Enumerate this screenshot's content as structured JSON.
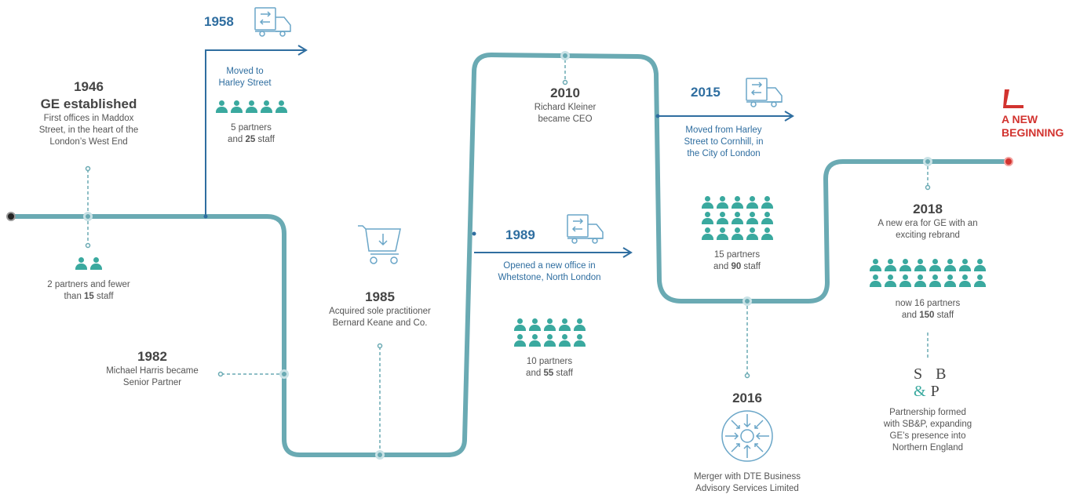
{
  "e1946": {
    "year": "1946",
    "title": "GE established",
    "l1": "First offices in Maddox",
    "l2": "Street, in the heart of the",
    "l3": "London’s West End"
  },
  "e1946b": {
    "l1": "2 partners and fewer",
    "l2pre": "than ",
    "num": "15",
    "l2post": " staff"
  },
  "e1958": {
    "year": "1958",
    "l1": "Moved to",
    "l2": "Harley Street",
    "p1": "5 partners",
    "p2pre": "and ",
    "num": "25",
    "p2post": " staff"
  },
  "e1982": {
    "year": "1982",
    "l1": "Michael Harris became",
    "l2": "Senior Partner"
  },
  "e1985": {
    "year": "1985",
    "l1": "Acquired sole practitioner",
    "l2": "Bernard Keane and Co."
  },
  "e1989": {
    "year": "1989",
    "l1": "Opened a new office in",
    "l2": "Whetstone, North London",
    "p1": "10 partners",
    "p2pre": "and ",
    "num": "55",
    "p2post": " staff"
  },
  "e2010": {
    "year": "2010",
    "l1": "Richard Kleiner",
    "l2": "became CEO"
  },
  "e2015": {
    "year": "2015",
    "l1": "Moved from Harley",
    "l2": "Street to Cornhill, in",
    "l3": "the City of London",
    "p1": "15 partners",
    "p2pre": "and ",
    "num": "90",
    "p2post": " staff"
  },
  "e2016": {
    "year": "2016",
    "l1": "Merger with DTE Business",
    "l2": "Advisory Services Limited"
  },
  "e2018": {
    "year": "2018",
    "l1": "A new era for GE with an",
    "l2": "exciting rebrand",
    "p1": "now 16 partners",
    "p2pre": "and ",
    "num": "150",
    "p2post": " staff"
  },
  "sbp": {
    "l1": "S B",
    "amp": "&",
    "p": "P",
    "t1": "Partnership formed",
    "t2": "with SB&P, expanding",
    "t3": "GE’s presence into",
    "t4": "Northern England"
  },
  "end": {
    "l1": "A NEW",
    "l2": "BEGINNING"
  },
  "colors": {
    "track": "#6aaab3",
    "accent_blue": "#2f6ea0",
    "people": "#3aa99f",
    "red": "#d2332f"
  },
  "icons": [
    "truck-icon",
    "shopping-cart-icon",
    "merge-arrows-icon",
    "ge-logo-icon",
    "people-icon"
  ]
}
